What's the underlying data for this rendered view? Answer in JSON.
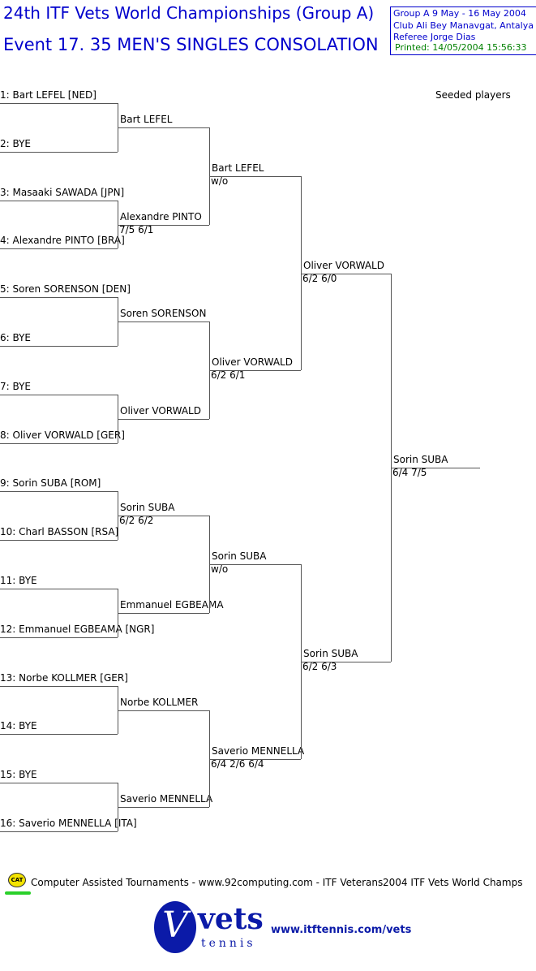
{
  "header": {
    "title": "24th ITF Vets World Championships (Group A)",
    "event": "Event 17. 35 MEN'S SINGLES CONSOLATION",
    "info": [
      "Group A   9 May - 16 May 2004",
      "Club Ali Bey Manavgat, Antalya",
      "Referee Jorge Dias"
    ],
    "printed": "Printed: 14/05/2004 15:56:33"
  },
  "seeded_label": "Seeded players",
  "round1": [
    "1: Bart LEFEL [NED]",
    "2: BYE",
    "3: Masaaki SAWADA [JPN]",
    "4: Alexandre PINTO [BRA]",
    "5: Soren SORENSON [DEN]",
    "6: BYE",
    "7: BYE",
    "8: Oliver VORWALD [GER]",
    "9: Sorin SUBA [ROM]",
    "10: Charl BASSON [RSA]",
    "11: BYE",
    "12: Emmanuel EGBEAMA [NGR]",
    "13: Norbe KOLLMER [GER]",
    "14: BYE",
    "15: BYE",
    "16: Saverio MENNELLA [ITA]"
  ],
  "round2": [
    {
      "name": "Bart LEFEL",
      "score": ""
    },
    {
      "name": "Alexandre PINTO",
      "score": "7/5 6/1"
    },
    {
      "name": "Soren SORENSON",
      "score": ""
    },
    {
      "name": "Oliver VORWALD",
      "score": ""
    },
    {
      "name": "Sorin SUBA",
      "score": "6/2 6/2"
    },
    {
      "name": "Emmanuel EGBEAMA",
      "score": ""
    },
    {
      "name": "Norbe KOLLMER",
      "score": ""
    },
    {
      "name": "Saverio MENNELLA",
      "score": ""
    }
  ],
  "round3": [
    {
      "name": "Bart LEFEL",
      "score": "w/o"
    },
    {
      "name": "Oliver VORWALD",
      "score": "6/2 6/1"
    },
    {
      "name": "Sorin SUBA",
      "score": "w/o"
    },
    {
      "name": "Saverio MENNELLA",
      "score": "6/4 2/6 6/4"
    }
  ],
  "round4": [
    {
      "name": "Oliver VORWALD",
      "score": "6/2 6/0"
    },
    {
      "name": "Sorin SUBA",
      "score": "6/2 6/3"
    }
  ],
  "winner": {
    "name": "Sorin SUBA",
    "score": "6/4 7/5"
  },
  "footer": {
    "cat_badge": "CAT",
    "credit": "Computer Assisted Tournaments - www.92computing.com -  ITF Veterans",
    "champs": "2004 ITF Vets World Champs",
    "logo_v": "V",
    "logo_vets": "vets",
    "logo_tennis": "tennis",
    "url": "www.itftennis.com/vets"
  }
}
